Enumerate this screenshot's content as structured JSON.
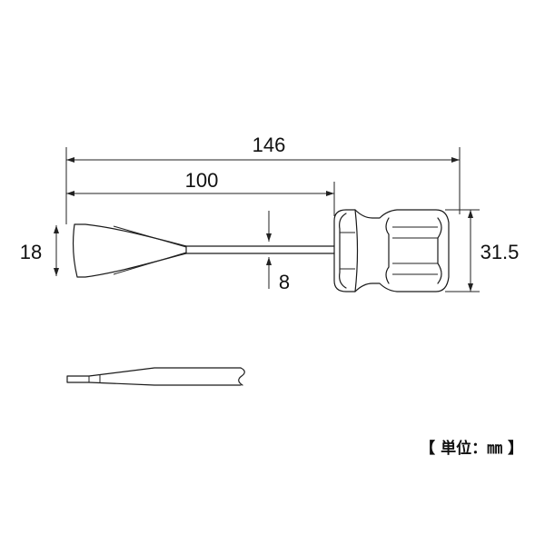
{
  "dimensions": {
    "overall_length": "146",
    "shaft_length": "100",
    "blade_width": "18",
    "shaft_diameter": "8",
    "handle_diameter": "31.5"
  },
  "units_label": "【 単位：㎜ 】",
  "colors": {
    "line": "#222222",
    "background": "#ffffff"
  }
}
